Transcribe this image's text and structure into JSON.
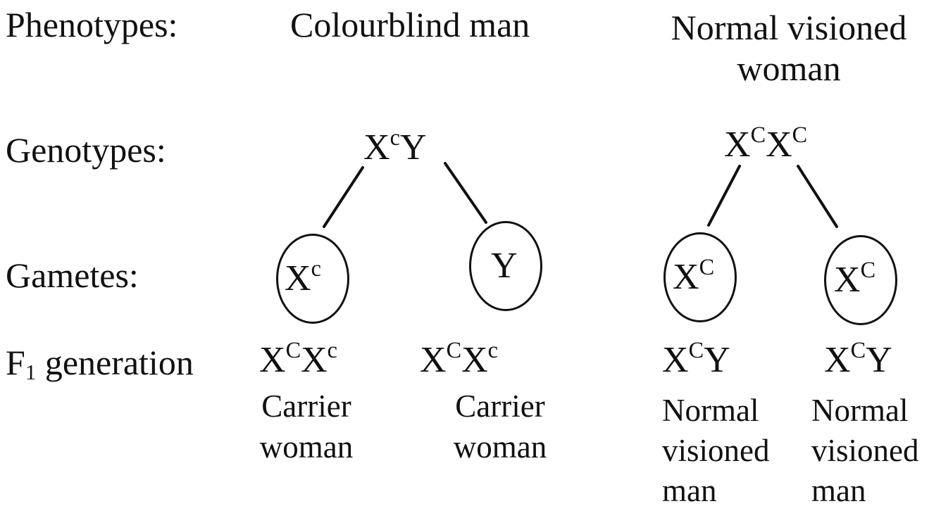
{
  "labels": {
    "phenotypes": "Phenotypes:",
    "genotypes": "Genotypes:",
    "gametes": "Gametes:",
    "f1_base": "F",
    "f1_sub": "1",
    "f1_rest": " generation"
  },
  "parents": {
    "male": {
      "phenotype": "Colourblind man",
      "genotype": {
        "x": "X",
        "x_sup": "c",
        "y": "Y"
      }
    },
    "female": {
      "phenotype_line1": "Normal visioned",
      "phenotype_line2": "woman",
      "genotype": {
        "x1": "X",
        "x1_sup": "C",
        "x2": "X",
        "x2_sup": "C"
      }
    }
  },
  "gametes": [
    {
      "base": "X",
      "sup": "c"
    },
    {
      "base": "Y",
      "sup": ""
    },
    {
      "base": "X",
      "sup": "C"
    },
    {
      "base": "X",
      "sup": "C"
    }
  ],
  "offspring": [
    {
      "g1": "X",
      "s1": "C",
      "g2": "X",
      "s2": "c",
      "label_line1": "Carrier",
      "label_line2": "woman",
      "label_line3": ""
    },
    {
      "g1": "X",
      "s1": "C",
      "g2": "X",
      "s2": "c",
      "label_line1": "Carrier",
      "label_line2": "woman",
      "label_line3": ""
    },
    {
      "g1": "X",
      "s1": "C",
      "g2": "Y",
      "s2": "",
      "label_line1": "Normal",
      "label_line2": "visioned",
      "label_line3": "man"
    },
    {
      "g1": "X",
      "s1": "C",
      "g2": "Y",
      "s2": "",
      "label_line1": "Normal",
      "label_line2": "visioned",
      "label_line3": "man"
    }
  ]
}
